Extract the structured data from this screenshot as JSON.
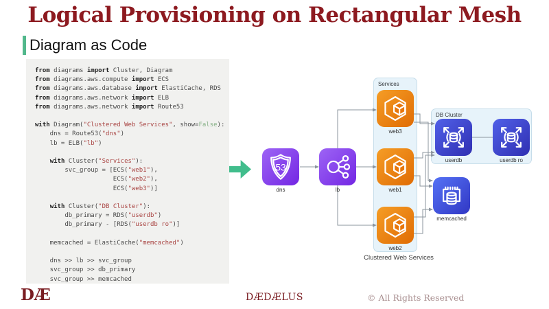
{
  "slide": {
    "title": "Logical Provisioning on Rectangular Mesh",
    "subtitle": "Diagram as Code"
  },
  "code": {
    "lines": [
      [
        [
          "k",
          "from"
        ],
        [
          "p",
          " diagrams "
        ],
        [
          "k",
          "import"
        ],
        [
          "p",
          " Cluster, Diagram"
        ]
      ],
      [
        [
          "k",
          "from"
        ],
        [
          "p",
          " diagrams.aws.compute "
        ],
        [
          "k",
          "import"
        ],
        [
          "p",
          " ECS"
        ]
      ],
      [
        [
          "k",
          "from"
        ],
        [
          "p",
          " diagrams.aws.database "
        ],
        [
          "k",
          "import"
        ],
        [
          "p",
          " ElastiCache, RDS"
        ]
      ],
      [
        [
          "k",
          "from"
        ],
        [
          "p",
          " diagrams.aws.network "
        ],
        [
          "k",
          "import"
        ],
        [
          "p",
          " ELB"
        ]
      ],
      [
        [
          "k",
          "from"
        ],
        [
          "p",
          " diagrams.aws.network "
        ],
        [
          "k",
          "import"
        ],
        [
          "p",
          " Route53"
        ]
      ],
      [],
      [
        [
          "k",
          "with"
        ],
        [
          "p",
          " Diagram("
        ],
        [
          "s",
          "\"Clustered Web Services\""
        ],
        [
          "p",
          ", show="
        ],
        [
          "f",
          "False"
        ],
        [
          "p",
          "):"
        ]
      ],
      [
        [
          "p",
          "    dns = Route53("
        ],
        [
          "s",
          "\"dns\""
        ],
        [
          "p",
          ")"
        ]
      ],
      [
        [
          "p",
          "    lb = ELB("
        ],
        [
          "s",
          "\"lb\""
        ],
        [
          "p",
          ")"
        ]
      ],
      [],
      [
        [
          "p",
          "    "
        ],
        [
          "k",
          "with"
        ],
        [
          "p",
          " Cluster("
        ],
        [
          "s",
          "\"Services\""
        ],
        [
          "p",
          "):"
        ]
      ],
      [
        [
          "p",
          "        svc_group = [ECS("
        ],
        [
          "s",
          "\"web1\""
        ],
        [
          "p",
          "),"
        ]
      ],
      [
        [
          "p",
          "                     ECS("
        ],
        [
          "s",
          "\"web2\""
        ],
        [
          "p",
          "),"
        ]
      ],
      [
        [
          "p",
          "                     ECS("
        ],
        [
          "s",
          "\"web3\""
        ],
        [
          "p",
          ")]"
        ]
      ],
      [],
      [
        [
          "p",
          "    "
        ],
        [
          "k",
          "with"
        ],
        [
          "p",
          " Cluster("
        ],
        [
          "s",
          "\"DB Cluster\""
        ],
        [
          "p",
          "):"
        ]
      ],
      [
        [
          "p",
          "        db_primary = RDS("
        ],
        [
          "s",
          "\"userdb\""
        ],
        [
          "p",
          ")"
        ]
      ],
      [
        [
          "p",
          "        db_primary - [RDS("
        ],
        [
          "s",
          "\"userdb ro\""
        ],
        [
          "p",
          ")]"
        ]
      ],
      [],
      [
        [
          "p",
          "    memcached = ElastiCache("
        ],
        [
          "s",
          "\"memcached\""
        ],
        [
          "p",
          ")"
        ]
      ],
      [],
      [
        [
          "p",
          "    dns >> lb >> svc_group"
        ]
      ],
      [
        [
          "p",
          "    svc_group >> db_primary"
        ]
      ],
      [
        [
          "p",
          "    svc_group >> memcached"
        ]
      ]
    ]
  },
  "diagram": {
    "caption": "Clustered Web Services",
    "clusters": {
      "services": "Services",
      "db": "DB Cluster"
    },
    "nodes": {
      "dns": "dns",
      "lb": "lb",
      "web3": "web3",
      "web1": "web1",
      "web2": "web2",
      "userdb": "userdb",
      "userdb_ro": "userdb ro",
      "memcached": "memcached"
    }
  },
  "footer": {
    "logo": "DÆ",
    "brand": "DÆDÆLUS",
    "rights": "© All Rights Reserved"
  },
  "colors": {
    "title": "#8d1a20",
    "accent_green": "#41bd8c",
    "aws_purple": "#8a46f0",
    "aws_orange": "#ec7211",
    "aws_rds_blue": "#3b44c9",
    "aws_cache_blue": "#4157dd",
    "edge_gray": "#8b949e",
    "cluster_bg": "#e7f3fa",
    "code_bg": "#f1f1ef",
    "string_red": "#a94442"
  }
}
